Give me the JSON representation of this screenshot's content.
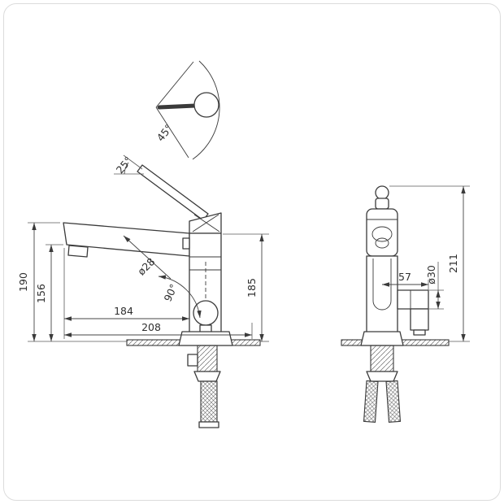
{
  "diagram": {
    "type": "technical-dimension-drawing",
    "subject": "single-lever kitchen mixer faucet, side and front elevations",
    "units": "mm",
    "colors": {
      "line": "#3a3a3a",
      "background": "#ffffff",
      "border": "#dcdcdc"
    },
    "dims": {
      "handle_swing": "45°",
      "lever_angle": "25°",
      "spout_tip_height": "190",
      "spout_underside_height": "156",
      "spout_diameter": "ø28",
      "swivel_angle": "90°",
      "spout_reach": "184",
      "overall_reach": "208",
      "body_height": "185",
      "outlet_reach": "57",
      "outlet_diameter": "ø30",
      "overall_height": "211"
    }
  }
}
